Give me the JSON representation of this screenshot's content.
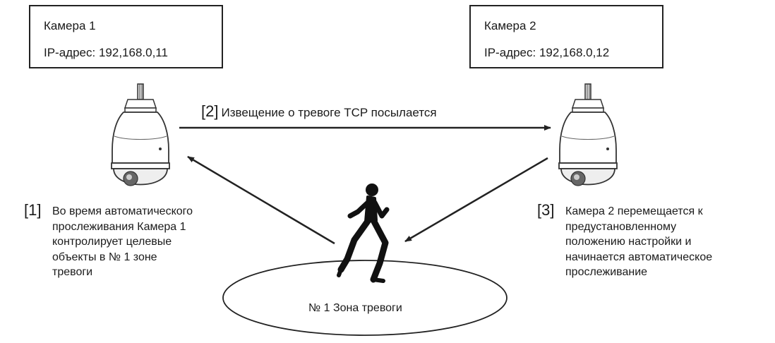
{
  "camera1": {
    "title": "Камера 1",
    "ip": "IP-адрес: 192,168.0,11"
  },
  "camera2": {
    "title": "Камера 2",
    "ip": "IP-адрес: 192,168.0,12"
  },
  "step1": {
    "num": "[1]",
    "lines": [
      "Во время автоматического",
      "прослеживания Камера 1",
      "контролирует целевые",
      "объекты в № 1 зоне",
      "тревоги"
    ]
  },
  "step2": {
    "num": "[2]",
    "text": "Извещение о тревоге TCP посылается"
  },
  "step3": {
    "num": "[3]",
    "lines": [
      "Камера 2 перемещается к",
      "предустановленному",
      "положению настройки и",
      "начинается автоматическое",
      "прослеживание"
    ]
  },
  "zone": {
    "label": "№ 1 Зона тревоги"
  },
  "icons": [
    "dome-camera-icon",
    "running-person-icon"
  ],
  "colors": {
    "line": "#222222",
    "camera_body": "#ffffff",
    "lens": "#555555"
  }
}
